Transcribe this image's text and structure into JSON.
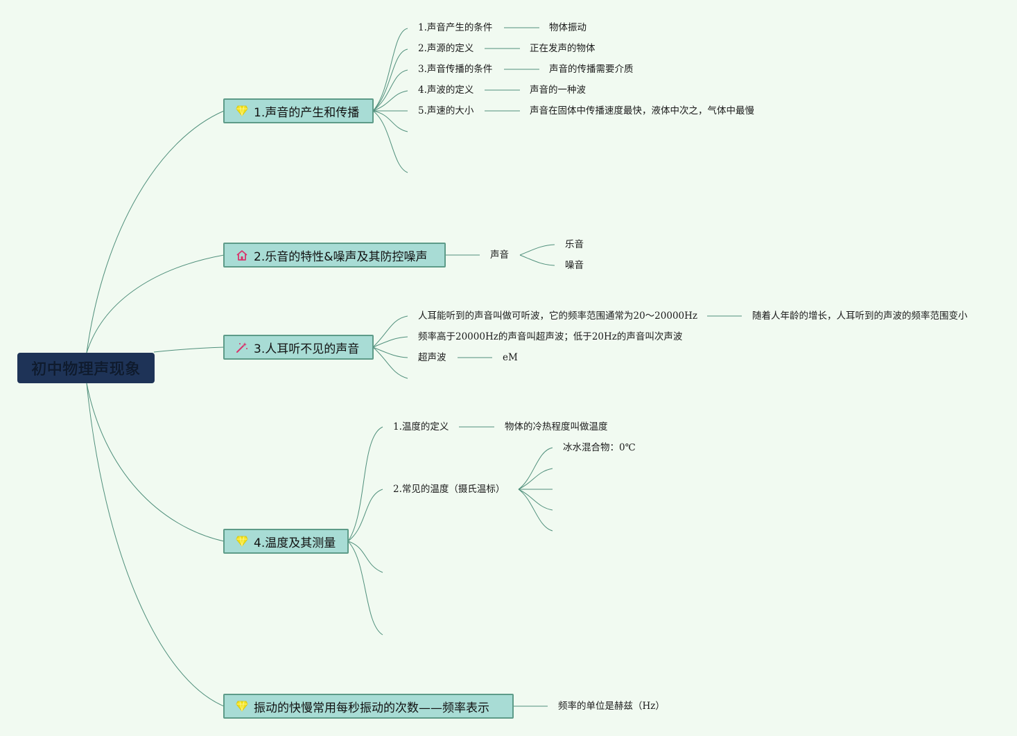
{
  "root": {
    "title": "初中物理声现象"
  },
  "topics": [
    {
      "title": "1.声音的产生和传播",
      "icon": "diamond-icon",
      "icon_color": "#f2e21c",
      "items": [
        {
          "label": "1.声音产生的条件",
          "detail": "物体振动"
        },
        {
          "label": "2.声源的定义",
          "detail": "正在发声的物体"
        },
        {
          "label": "3.声音传播的条件",
          "detail": "声音的传播需要介质"
        },
        {
          "label": "4.声波的定义",
          "detail": "声音的一种波"
        },
        {
          "label": "5.声速的大小",
          "detail": "声音在固体中传播速度最快，液体中次之，气体中最慢"
        }
      ]
    },
    {
      "title": "2.乐音的特性&噪声及其防控噪声",
      "icon": "house-icon",
      "icon_color": "#d8336b",
      "child": {
        "label": "声音",
        "items": [
          "乐音",
          "噪音"
        ]
      }
    },
    {
      "title": "3.人耳听不见的声音",
      "icon": "magic-wand-icon",
      "icon_color": "#d8336b",
      "items": [
        {
          "label": "人耳能听到的声音叫做可听波，它的频率范围通常为20～20000Hz",
          "detail": "随着人年龄的增长，人耳听到的声波的频率范围变小"
        },
        {
          "label": "频率高于20000Hz的声音叫超声波；低于20Hz的声音叫次声波"
        },
        {
          "label": "超声波",
          "detail": "eM"
        }
      ]
    },
    {
      "title": "4.温度及其测量",
      "icon": "diamond-icon",
      "icon_color": "#f2e21c",
      "items": [
        {
          "label": "1.温度的定义",
          "detail": "物体的冷热程度叫做温度"
        },
        {
          "label": "2.常见的温度（摄氏温标）",
          "sub": [
            "冰水混合物：0℃"
          ]
        }
      ]
    },
    {
      "title": "振动的快慢常用每秒振动的次数——频率表示",
      "icon": "diamond-icon",
      "icon_color": "#f2e21c",
      "child": {
        "label": "频率的单位是赫兹（Hz）"
      }
    }
  ],
  "colors": {
    "background": "#f1faf1",
    "root_fill": "#1e3357",
    "topic_fill": "#a8dcd5",
    "topic_border": "#5d9b88",
    "line": "#4f8f7b"
  }
}
